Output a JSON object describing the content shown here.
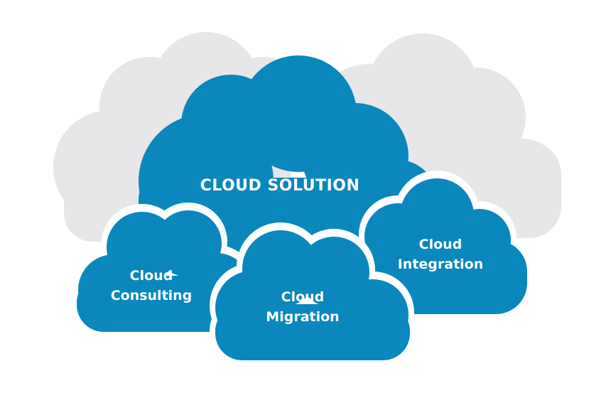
{
  "colors": {
    "background": "#ffffff",
    "back_cloud": "#e7e7e9",
    "cloud_fill": "#0a87bd",
    "cloud_outline": "#ffffff",
    "text": "#ffffff"
  },
  "diagram": {
    "main_cloud": {
      "label": "CLOUD SOLUTION"
    },
    "sub_clouds": [
      {
        "id": "consulting",
        "line1": "Cloud",
        "line2": "Consulting"
      },
      {
        "id": "migration",
        "line1": "Cloud",
        "line2": "Migration"
      },
      {
        "id": "integration",
        "line1": "Cloud",
        "line2": "Integration"
      }
    ]
  }
}
